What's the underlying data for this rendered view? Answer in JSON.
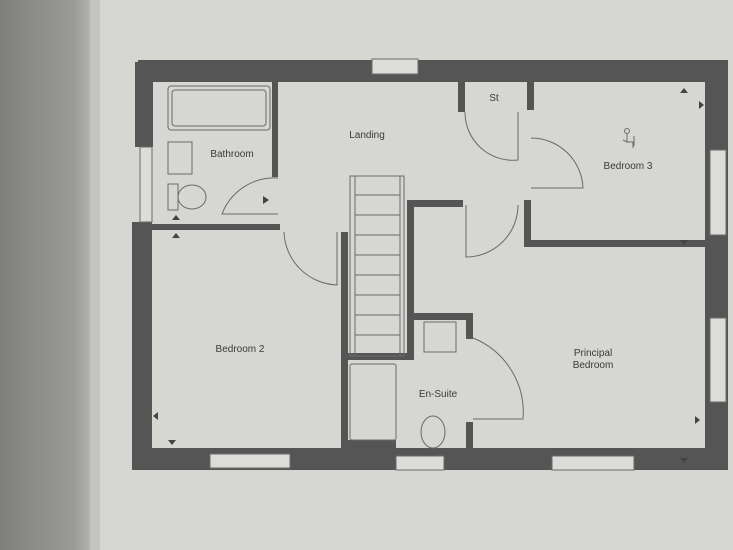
{
  "floorplan": {
    "rooms": {
      "landing": "Landing",
      "bathroom": "Bathroom",
      "storage": "St",
      "bedroom3": "Bedroom 3",
      "bedroom2": "Bedroom 2",
      "ensuite": "En-Suite",
      "principal_line1": "Principal",
      "principal_line2": "Bedroom"
    },
    "colors": {
      "wall": "#555555",
      "paper": "#d6d6d3",
      "line": "#6a6a6a"
    }
  }
}
